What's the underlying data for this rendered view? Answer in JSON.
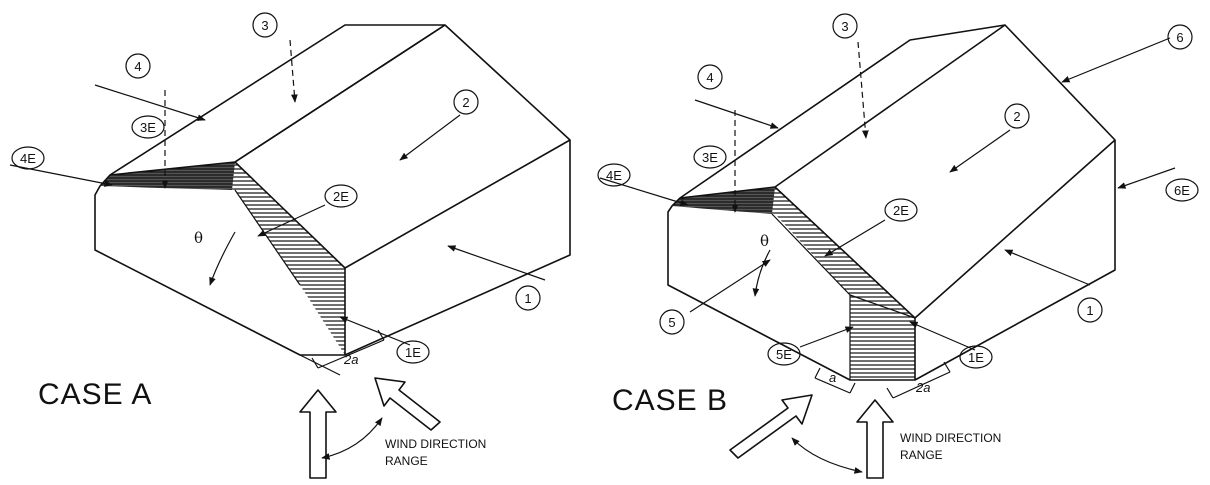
{
  "case_a": {
    "title": "CASE A",
    "wind_text_1": "WIND DIRECTION",
    "wind_text_2": "RANGE",
    "angle": "θ",
    "dim": "2a",
    "zones": {
      "z1": "1",
      "z2": "2",
      "z3": "3",
      "z4": "4",
      "z1e": "1E",
      "z2e": "2E",
      "z3e": "3E",
      "z4e": "4E"
    }
  },
  "case_b": {
    "title": "CASE B",
    "wind_text_1": "WIND DIRECTION",
    "wind_text_2": "RANGE",
    "angle": "θ",
    "dim_right": "2a",
    "dim_left": "a",
    "zones": {
      "z1": "1",
      "z2": "2",
      "z3": "3",
      "z4": "4",
      "z5": "5",
      "z6": "6",
      "z1e": "1E",
      "z2e": "2E",
      "z3e": "3E",
      "z4e": "4E",
      "z5e": "5E",
      "z6e": "6E"
    }
  }
}
